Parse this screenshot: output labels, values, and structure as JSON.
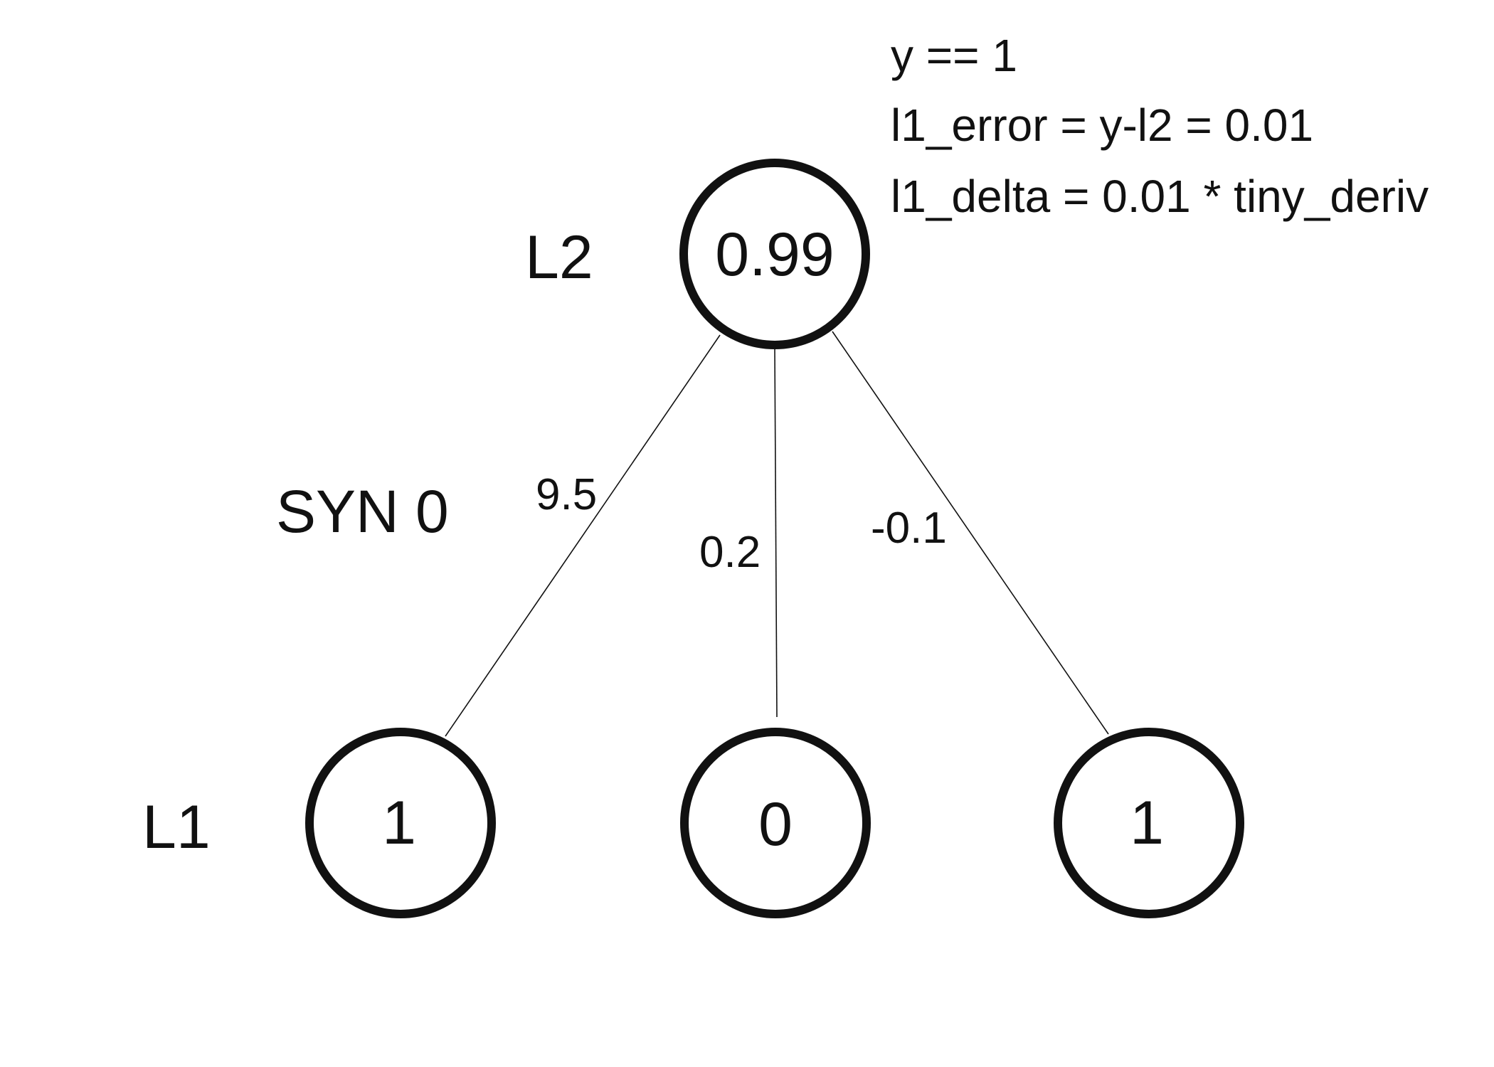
{
  "layers": {
    "output_label": "L2",
    "input_label": "L1",
    "synapse_label": "SYN 0"
  },
  "nodes": {
    "l2": {
      "value": "0.99"
    },
    "l1": [
      {
        "value": "1"
      },
      {
        "value": "0"
      },
      {
        "value": "1"
      }
    ]
  },
  "weights": [
    "9.5",
    "0.2",
    "-0.1"
  ],
  "notes": [
    "y == 1",
    "l1_error = y-l2 = 0.01",
    "l1_delta = 0.01 * tiny_deriv"
  ],
  "colors": {
    "stroke": "#111111",
    "background": "#ffffff"
  }
}
